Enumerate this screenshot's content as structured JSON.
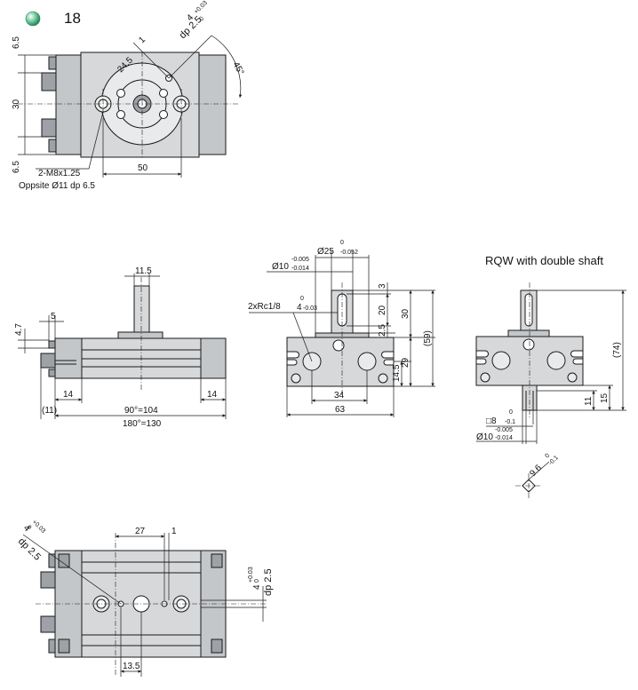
{
  "header": {
    "section_number": "18",
    "bullet_color": "#3fae7a"
  },
  "variant_heading": "RQW with double shaft",
  "top_view": {
    "hole_main": "4",
    "hole_tol_upper": "+0.03",
    "hole_tol_lower": "0",
    "hole_depth": "dp 2.5",
    "dim_offset_1": "1",
    "dim_radius": "24.5",
    "angle": "45°",
    "dim_top": "6.5",
    "dim_middle": "30",
    "dim_bottom": "6.5",
    "thread_callout": "2-M8x1.25",
    "opposite_callout": "Oppsite Ø11 dp 6.5",
    "dim_pitch": "50"
  },
  "front_view": {
    "shaft_width": "11.5",
    "dim_port_height": "4.7",
    "dim_port_width": "5",
    "dim_left_end": "14",
    "dim_right_end": "14",
    "dim_overhang": "(11)",
    "length_90": "90°=104",
    "length_180": "180°=130"
  },
  "side_view": {
    "boss_dia": "Ø25",
    "boss_tol_upper": "0",
    "boss_tol_lower": "-0.052",
    "shaft_dia": "Ø10",
    "shaft_tol_upper": "-0.005",
    "shaft_tol_lower": "-0.014",
    "port_callout": "2xRc1/8",
    "key_width": "4",
    "key_tol_upper": "0",
    "key_tol_lower": "-0.03",
    "dim_key_top": "3",
    "dim_key_length": "20",
    "dim_shaft_total": "30",
    "dim_boss": "2.5",
    "dim_total_height": "(59)",
    "dim_body_height": "29",
    "dim_center_height": "14.5",
    "dim_width_inner": "34",
    "dim_width_total": "63"
  },
  "double_shaft_view": {
    "dim_total_height": "(74)",
    "dim_lower_shaft": "15",
    "dim_flat_length": "11",
    "square_size": "□8",
    "square_tol_upper": "0",
    "square_tol_lower": "-0.1",
    "shaft_dia": "Ø10",
    "shaft_tol_upper": "-0.005",
    "shaft_tol_lower": "-0.014",
    "section_size": "9.6",
    "section_tol_upper": "0",
    "section_tol_lower": "-0.1"
  },
  "bottom_view": {
    "hole_main": "4",
    "hole_tol_upper": "+0.03",
    "hole_tol_lower": "0",
    "hole_depth": "dp 2.5",
    "dim_offset_27": "27",
    "dim_offset_1": "1",
    "right_hole_main": "4",
    "right_hole_tol_upper": "+0.03",
    "right_hole_tol_lower": "0",
    "right_hole_depth": "dp 2.5",
    "dim_13_5": "13.5"
  }
}
